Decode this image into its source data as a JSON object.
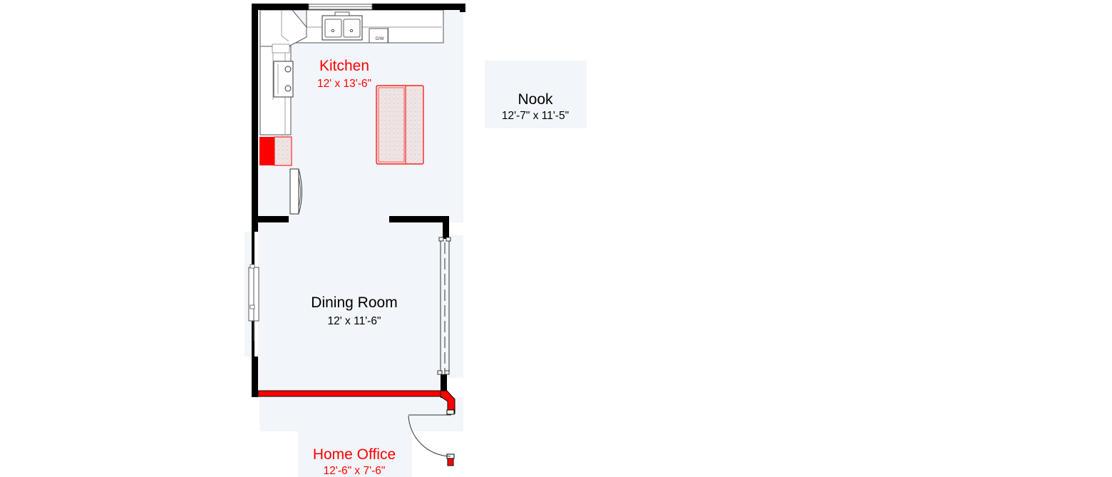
{
  "colors": {
    "floor": "#f2f5f9",
    "wall": "#000000",
    "highlight": "#ff0000",
    "label_normal": "#000000",
    "label_highlight": "#ff0000",
    "fixture_line": "#555555",
    "granite": "#e9e2e2"
  },
  "rooms": {
    "kitchen": {
      "name": "Kitchen",
      "dims": "12' x 13'-6\"",
      "highlighted": true
    },
    "nook": {
      "name": "Nook",
      "dims": "12'-7\" x 11'-5\"",
      "highlighted": false
    },
    "dining": {
      "name": "Dining Room",
      "dims": "12' x 11'-6\"",
      "highlighted": false
    },
    "office": {
      "name": "Home Office",
      "dims": "12'-6\" x 7'-6\"",
      "highlighted": true
    }
  },
  "appliances": {
    "dishwasher_label": "D/W"
  },
  "icons": [
    "sink-icon",
    "cooktop-icon",
    "refrigerator-icon",
    "island-icon",
    "door-swing-icon",
    "window-icon",
    "sliding-door-icon"
  ]
}
